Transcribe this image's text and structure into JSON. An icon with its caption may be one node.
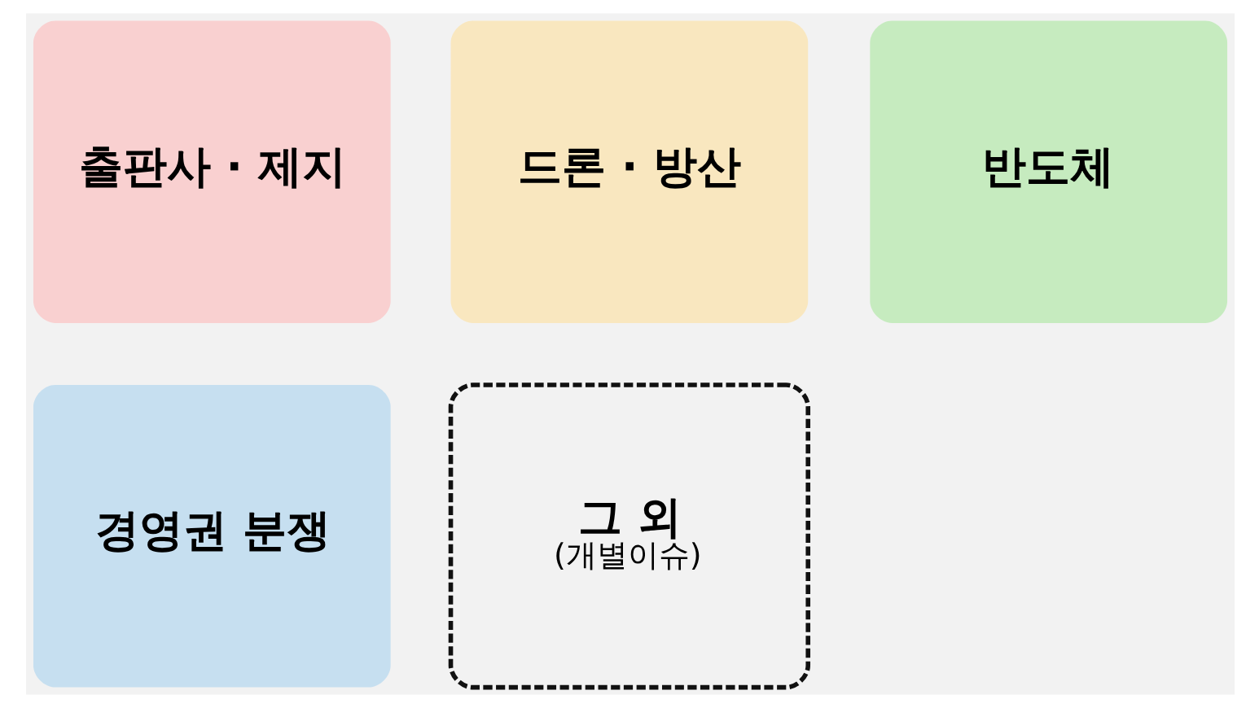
{
  "diagram": {
    "nodes": [
      {
        "text": [
          "출판사 · 제지"
        ]
      },
      {
        "text": [
          "드론 · 방산"
        ]
      },
      {
        "text": [
          "반도체"
        ]
      },
      {
        "text": [
          "경영권 분쟁"
        ]
      },
      {
        "text": [
          "그 외",
          "(개별이슈)"
        ]
      }
    ]
  }
}
